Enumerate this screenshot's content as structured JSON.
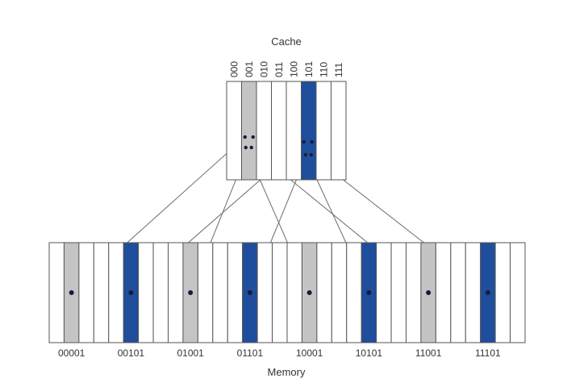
{
  "cache": {
    "title": "Cache",
    "indices": [
      "000",
      "001",
      "010",
      "011",
      "100",
      "101",
      "110",
      "111"
    ],
    "highlight": {
      "001": "gray",
      "101": "blue"
    }
  },
  "memory": {
    "title": "Memory",
    "block_count": 32,
    "labels": [
      "00001",
      "00101",
      "01001",
      "01101",
      "10001",
      "10101",
      "11001",
      "11101"
    ],
    "highlighted_blocks": [
      {
        "address": "00001",
        "color": "gray",
        "maps_to": "001"
      },
      {
        "address": "00101",
        "color": "blue",
        "maps_to": "101"
      },
      {
        "address": "01001",
        "color": "gray",
        "maps_to": "001"
      },
      {
        "address": "01101",
        "color": "blue",
        "maps_to": "101"
      },
      {
        "address": "10001",
        "color": "gray",
        "maps_to": "001"
      },
      {
        "address": "10101",
        "color": "blue",
        "maps_to": "101"
      },
      {
        "address": "11001",
        "color": "gray",
        "maps_to": "001"
      },
      {
        "address": "11101",
        "color": "blue",
        "maps_to": "101"
      }
    ]
  },
  "colors": {
    "gray": "#c4c4c4",
    "blue": "#1f4e9c",
    "outline": "#555555",
    "line": "#6b6b6b",
    "dot": "#1a1a3a"
  }
}
